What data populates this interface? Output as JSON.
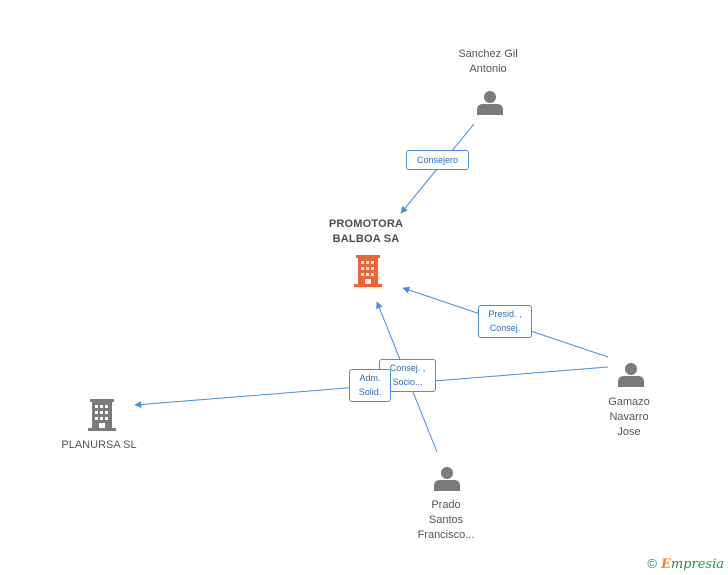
{
  "nodes": {
    "promotora": {
      "label": "PROMOTORA\nBALBOA SA",
      "color": "#f26436"
    },
    "sanchez": {
      "label": "Sanchez Gil\nAntonio"
    },
    "planursa": {
      "label": "PLANURSA SL"
    },
    "gamazo": {
      "label": "Gamazo\nNavarro\nJose"
    },
    "prado": {
      "label": "Prado\nSantos\nFrancisco..."
    }
  },
  "edges": {
    "consejero": {
      "label": "Consejero"
    },
    "presid": {
      "label": "Presid. ,\nConsej."
    },
    "consej_socio": {
      "label": "Consej. ,\nSocio..."
    },
    "adm_solid": {
      "label": "Adm.\nSolid."
    }
  },
  "colors": {
    "edge": "#4a8fd9",
    "person": "#7b7b7b",
    "company": "#7b7b7b",
    "main_company": "#f26436"
  },
  "footer": {
    "copyright": "©",
    "brand_e": "E",
    "brand_rest": "mpresia"
  }
}
